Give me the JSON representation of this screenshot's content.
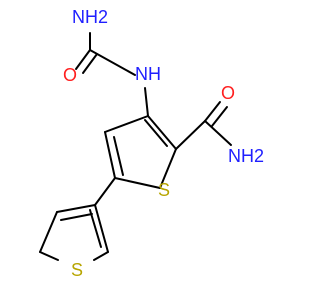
{
  "colors": {
    "bond": "#000000",
    "nitrogen": "#1f1fff",
    "oxygen": "#ff1f1f",
    "sulfur": "#b7a500"
  },
  "atoms": {
    "urea_nh2": "NH2",
    "urea_o": "O",
    "urea_nh": "NH",
    "amide_o": "O",
    "amide_nh2": "NH2",
    "thiophene_s": "S",
    "thienyl_s": "S"
  }
}
